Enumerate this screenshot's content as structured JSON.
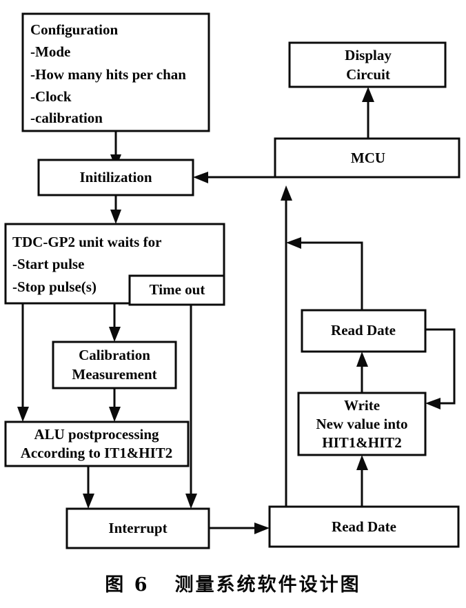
{
  "figure": {
    "caption_label": "图 6",
    "caption_text": "测量系统软件设计图",
    "caption_full": "图 6   测量系统软件设计图",
    "stroke_color": "#0b0b0b",
    "background_color": "#ffffff",
    "text_color": "#050505"
  },
  "nodes": {
    "configuration": {
      "lines": [
        "Configuration",
        "-Mode",
        "-How many hits per chan",
        "-Clock",
        "-calibration"
      ],
      "line1": "Configuration",
      "line2": "-Mode",
      "line3": "-How many hits per chan",
      "line4": "-Clock",
      "line5": "-calibration"
    },
    "display_circuit": {
      "line1": "Display",
      "line2": "Circuit"
    },
    "mcu": {
      "line1": "MCU"
    },
    "initilization": {
      "line1": "Initilization"
    },
    "tdc_gp2": {
      "line1": "TDC-GP2 unit waits for",
      "line2": "-Start pulse",
      "line3": "-Stop pulse(s)"
    },
    "time_out": {
      "line1": "Time out"
    },
    "calibration_measurement": {
      "line1": "Calibration",
      "line2": "Measurement"
    },
    "alu_postprocessing": {
      "line1": "ALU postprocessing",
      "line2": "According to IT1&HIT2"
    },
    "interrupt": {
      "line1": "Interrupt"
    },
    "read_date_upper": {
      "line1": "Read Date"
    },
    "write_hits": {
      "line1": "Write",
      "line2": "New value into",
      "line3": "HIT1&HIT2"
    },
    "read_date_lower": {
      "line1": "Read Date"
    }
  },
  "edges": [
    {
      "id": "configuration-to-initilization",
      "from": "configuration",
      "to": "initilization"
    },
    {
      "id": "initilization-to-tdc-gp2",
      "from": "initilization",
      "to": "tdc_gp2"
    },
    {
      "id": "mcu-to-display-circuit",
      "from": "mcu",
      "to": "display_circuit"
    },
    {
      "id": "mcu-to-initilization",
      "from": "mcu",
      "to": "initilization"
    },
    {
      "id": "tdc-gp2-to-calibration-measurement",
      "from": "tdc_gp2",
      "to": "calibration_measurement"
    },
    {
      "id": "tdc-gp2-to-alu-postprocessing",
      "from": "tdc_gp2",
      "to": "alu_postprocessing"
    },
    {
      "id": "calibration-measurement-to-alu-postprocessing",
      "from": "calibration_measurement",
      "to": "alu_postprocessing"
    },
    {
      "id": "time-out-to-interrupt",
      "from": "time_out",
      "to": "interrupt"
    },
    {
      "id": "alu-postprocessing-to-interrupt",
      "from": "alu_postprocessing",
      "to": "interrupt"
    },
    {
      "id": "interrupt-to-read-date-lower",
      "from": "interrupt",
      "to": "read_date_lower"
    },
    {
      "id": "read-date-lower-to-mcu",
      "from": "read_date_lower",
      "to": "mcu"
    },
    {
      "id": "read-date-lower-to-write-hits",
      "from": "read_date_lower",
      "to": "write_hits"
    },
    {
      "id": "write-hits-to-read-date-upper",
      "from": "write_hits",
      "to": "read_date_upper"
    },
    {
      "id": "read-date-upper-to-write-hits-loop",
      "from": "read_date_upper",
      "to": "write_hits"
    },
    {
      "id": "read-date-upper-to-mcu",
      "from": "read_date_upper",
      "to": "mcu"
    }
  ]
}
